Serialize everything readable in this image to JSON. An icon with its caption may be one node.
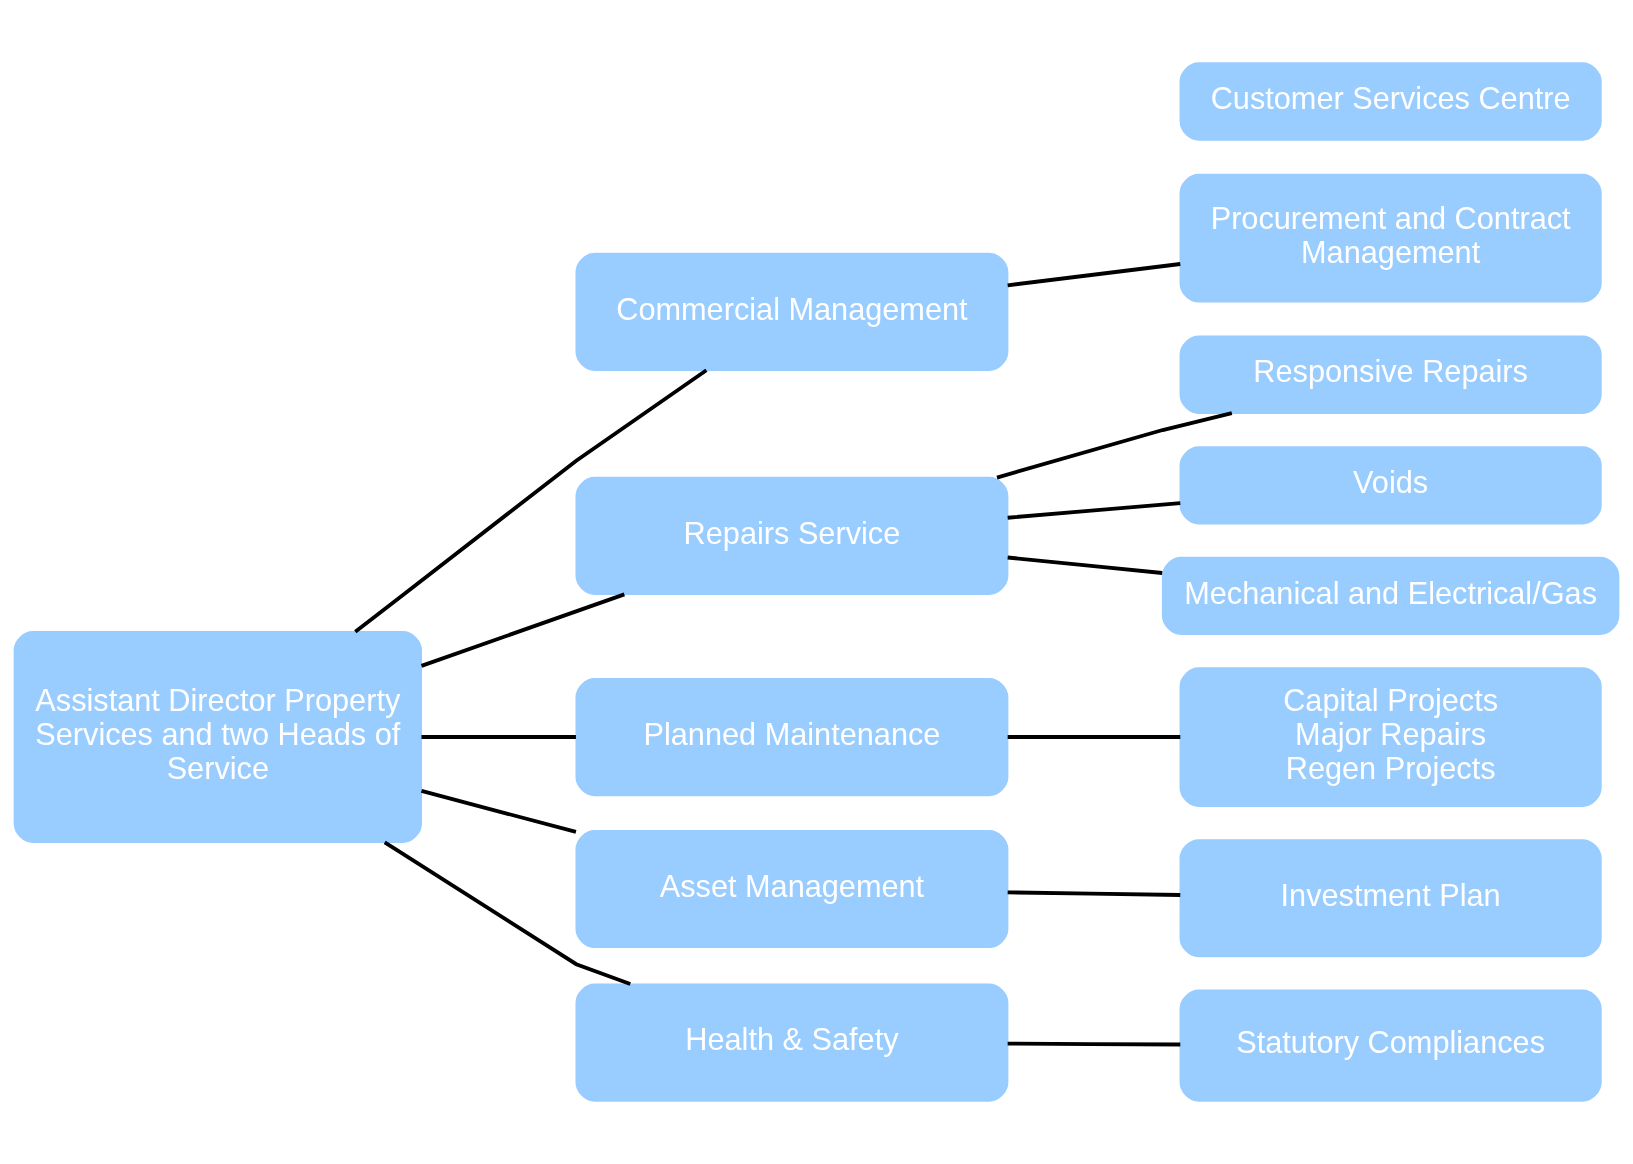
{
  "diagram": {
    "nodes": [
      {
        "text": [
          "Assistant Director Property Services and two Heads of Service"
        ]
      },
      {
        "text": [
          "Commercial Management"
        ]
      },
      {
        "text": [
          "Repairs Service"
        ]
      },
      {
        "text": [
          "Planned Maintenance"
        ]
      },
      {
        "text": [
          "Asset Management"
        ]
      },
      {
        "text": [
          "Health & Safety"
        ]
      },
      {
        "text": [
          "Procurement and Contract Management"
        ]
      },
      {
        "text": [
          "Responsive Repairs"
        ]
      },
      {
        "text": [
          "Voids"
        ]
      },
      {
        "text": [
          "Mechanical and Electrical/Gas"
        ]
      },
      {
        "text": [
          "Customer Services Centre"
        ]
      },
      {
        "text": [
          "Capital Projects",
          "Major Repairs",
          "Regen Projects"
        ]
      },
      {
        "text": [
          "Investment Plan"
        ]
      },
      {
        "text": [
          "Statutory Compliances"
        ]
      }
    ],
    "edges": [
      {
        "from": 0,
        "to": 1,
        "arrow": "none"
      },
      {
        "from": 0,
        "to": 2,
        "arrow": "none"
      },
      {
        "from": 0,
        "to": 3,
        "arrow": "none"
      },
      {
        "from": 0,
        "to": 4,
        "arrow": "none"
      },
      {
        "from": 0,
        "to": 5,
        "arrow": "none"
      },
      {
        "from": 1,
        "to": 6,
        "arrow": "none"
      },
      {
        "from": 2,
        "to": 7,
        "arrow": "none"
      },
      {
        "from": 2,
        "to": 8,
        "arrow": "none"
      },
      {
        "from": 2,
        "to": 9,
        "arrow": "none"
      },
      {
        "from": 3,
        "to": 11,
        "arrow": "none"
      },
      {
        "from": 4,
        "to": 12,
        "arrow": "none"
      },
      {
        "from": 5,
        "to": 13,
        "arrow": "none"
      }
    ]
  }
}
